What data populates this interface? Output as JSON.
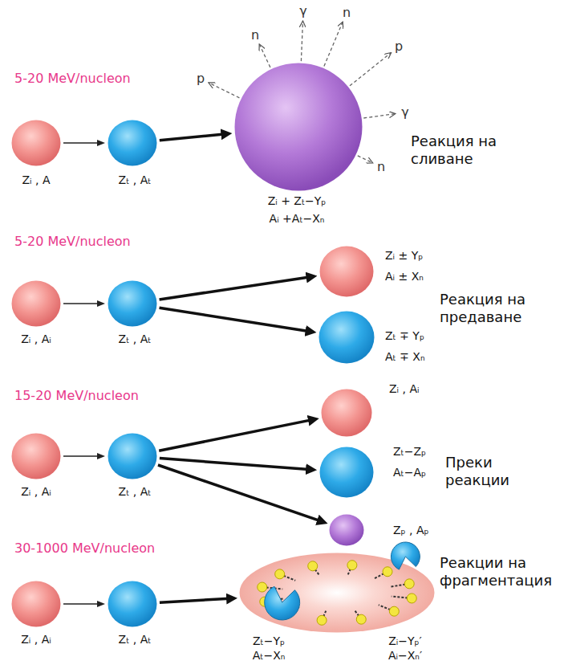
{
  "diagram": {
    "nodes": [
      {
        "text": [
          "Zᵢ , A"
        ]
      },
      {
        "text": [
          "Zₜ , Aₜ"
        ]
      },
      {
        "text": [
          "Zᵢ + Zₜ−Yₚ",
          "Aᵢ +Aₜ−Xₙ"
        ]
      },
      {
        "text": [
          "Zᵢ , Aᵢ"
        ]
      },
      {
        "text": [
          "Zₜ , Aₜ"
        ]
      },
      {
        "text": [
          "Zᵢ ± Yₚ",
          "Aᵢ ± Xₙ"
        ]
      },
      {
        "text": [
          "Zₜ ∓ Yₚ",
          "Aₜ ∓ Xₙ"
        ]
      },
      {
        "text": [
          "Zᵢ , Aᵢ"
        ]
      },
      {
        "text": [
          "Zₜ , Aₜ"
        ]
      },
      {
        "text": [
          "Zᵢ , Aᵢ"
        ]
      },
      {
        "text": [
          "Zₜ−Zₚ",
          "Aₜ−Aₚ"
        ]
      },
      {
        "text": [
          "Zₚ , Aₚ"
        ]
      },
      {
        "text": [
          "Zᵢ , Aᵢ"
        ]
      },
      {
        "text": [
          "Zₜ , Aₜ"
        ]
      },
      {
        "text": [
          "Zₜ−Yₚ",
          "Aₜ−Xₙ",
          "Zᵢ−Yₚ′",
          "Aᵢ−Xₙ′"
        ]
      }
    ],
    "edges": [
      {
        "from": 0,
        "to": 1,
        "arrow": "to"
      },
      {
        "from": 1,
        "to": 2,
        "arrow": "to"
      },
      {
        "from": 3,
        "to": 4,
        "arrow": "to"
      },
      {
        "from": 4,
        "to": 5,
        "arrow": "to"
      },
      {
        "from": 4,
        "to": 6,
        "arrow": "to"
      },
      {
        "from": 7,
        "to": 8,
        "arrow": "to"
      },
      {
        "from": 8,
        "to": 9,
        "arrow": "to"
      },
      {
        "from": 8,
        "to": 10,
        "arrow": "to"
      },
      {
        "from": 8,
        "to": 11,
        "arrow": "to"
      },
      {
        "from": 12,
        "to": 13,
        "arrow": "to"
      },
      {
        "from": 13,
        "to": 14,
        "arrow": "to"
      }
    ],
    "labels": [
      "5-20 MeV/nucleon",
      "p",
      "n",
      "γ",
      "n",
      "p",
      "γ",
      "n",
      "Реакция на сливане",
      "5-20 MeV/nucleon",
      "Реакция на предаване",
      "15-20 MeV/nucleon",
      "Преки реакции",
      "30-1000 MeV/nucleon",
      "Реакции на фрагментация"
    ]
  }
}
